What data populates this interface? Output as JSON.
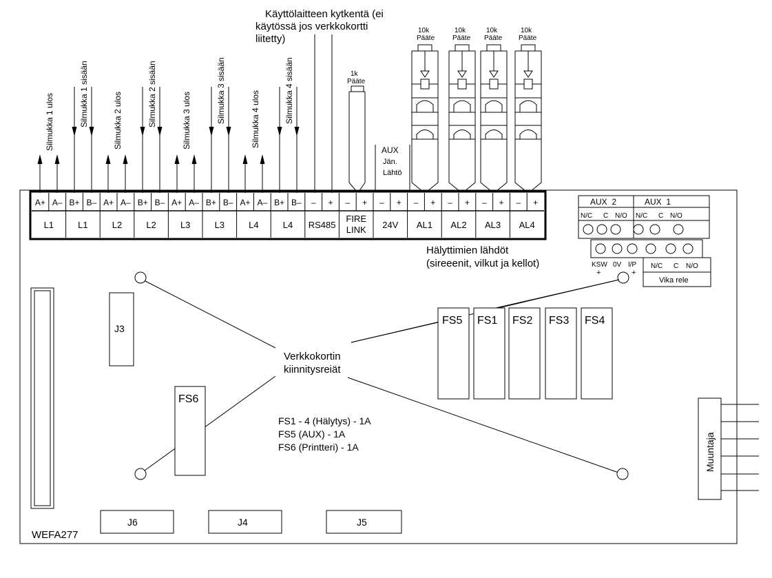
{
  "board": {
    "model": "WEFA277"
  },
  "terminal_block": {
    "polarity": [
      "A+",
      "A–",
      "B+",
      "B–",
      "A+",
      "A–",
      "B+",
      "B–",
      "A+",
      "A–",
      "B+",
      "B–",
      "A+",
      "A–",
      "B+",
      "B–",
      "–",
      "+",
      "–",
      "+",
      "–",
      "+",
      "–",
      "+",
      "–",
      "+",
      "–",
      "+",
      "–",
      "+"
    ],
    "labels": [
      "L1",
      "L1",
      "L2",
      "L2",
      "L3",
      "L3",
      "L4",
      "L4",
      "RS485",
      "FIRE",
      "24V",
      "AL1",
      "AL2",
      "AL3",
      "AL4"
    ],
    "fire_line2": "LINK"
  },
  "loop_labels": [
    "Silmukka 1 ulos",
    "Silmukka 1 sisään",
    "Silmukka 2 ulos",
    "Silmukka 2 sisään",
    "Silmukka 3 ulos",
    "Silmukka 3 sisään",
    "Silmukka 4 ulos",
    "Silmukka 4 sisään"
  ],
  "operating_device": [
    "Käyttölaitteen kytkentä (ei",
    "käytössä jos verkkokortti",
    "liitetty)"
  ],
  "fire_link_end": {
    "value": "1k",
    "label": "Pääte"
  },
  "aux_supply": [
    "AUX",
    "Jän.",
    "Lähtö"
  ],
  "alarm_ends": [
    {
      "value": "10k",
      "label": "Pääte"
    },
    {
      "value": "10k",
      "label": "Pääte"
    },
    {
      "value": "10k",
      "label": "Pääte"
    },
    {
      "value": "10k",
      "label": "Pääte"
    }
  ],
  "alarm_outputs_caption": [
    "Hälyttimien lähdöt",
    "(sireeenit, vilkut ja kellot)"
  ],
  "aux_relays": {
    "aux2": "AUX  2",
    "aux1": "AUX  1",
    "contacts": [
      "N/C",
      "C",
      "N/O",
      "N/C",
      "C",
      "N/O"
    ]
  },
  "lower_terminals": {
    "ksw": "KSW",
    "ksw_plus": "+",
    "zero_v": "0V",
    "ip": "I/P",
    "ip_plus": "+",
    "fault_contacts": [
      "N/C",
      "C",
      "N/O"
    ],
    "fault_relay": "Vika rele"
  },
  "fuses": {
    "fs5": "FS5",
    "fs1": "FS1",
    "fs2": "FS2",
    "fs3": "FS3",
    "fs4": "FS4",
    "fs6": "FS6"
  },
  "fuse_notes": [
    "FS1 - 4 (Hälytys) - 1A",
    "FS5 (AUX) - 1A",
    "FS6 (Printteri) - 1A"
  ],
  "mounting_holes": [
    "Verkkokortin",
    "kiinnitysreiät"
  ],
  "connectors": {
    "j3": "J3",
    "j4": "J4",
    "j5": "J5",
    "j6": "J6"
  },
  "transformer": "Muuntaja"
}
